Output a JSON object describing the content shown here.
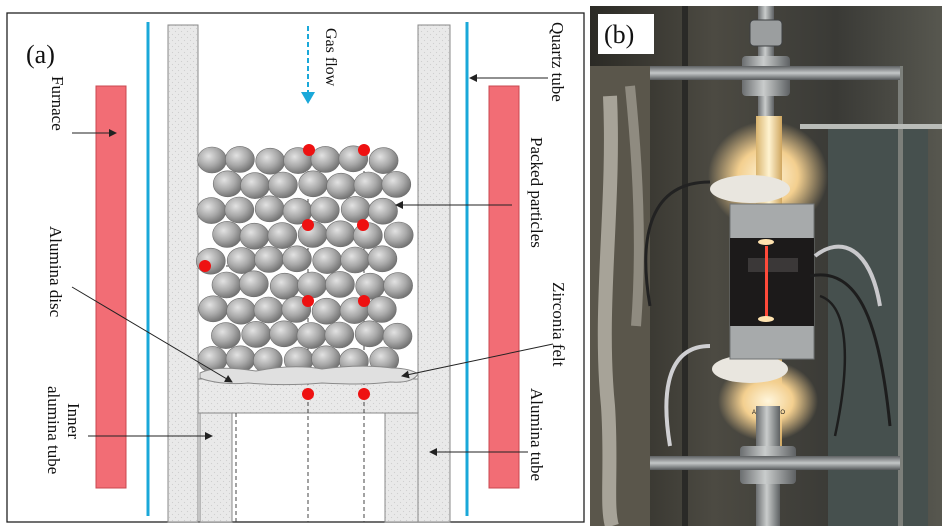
{
  "panel_a": {
    "tag": "(a)",
    "labels": {
      "gas_flow": "Gas flow",
      "furnace": "Furnace",
      "alumina_disc": "Alumina disc",
      "inner_tube_line1": "Inner",
      "inner_tube_line2": "alumina tube",
      "quartz_tube": "Quartz tube",
      "packed_particles": "Packed particles",
      "zirconia_felt": "Zirconia felt",
      "alumina_tube": "Alumina tube"
    },
    "colors": {
      "heater": "#f26d75",
      "quartz_line": "#1aa8d9",
      "gas_arrow": "#1aa8d9",
      "tube_fill": "#e6e6e6",
      "particle": "#a9a9a9",
      "thermocouple_dot": "#ee1111"
    }
  },
  "panel_b": {
    "tag": "(b)",
    "plate_text": "ANCE RIKO"
  }
}
